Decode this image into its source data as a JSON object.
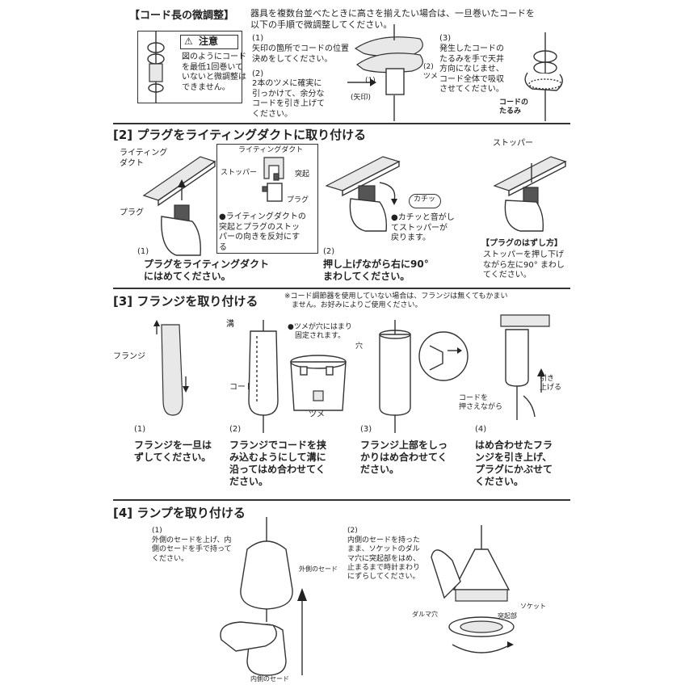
{
  "s1": {
    "title": "【コード長の微調整】",
    "intro": "器具を複数台並べたときに高さを揃えたい場合は、一旦巻いたコードを\n以下の手順で微調整してください。",
    "caution_title": "注意",
    "caution_text": "図のようにコード\nを最低1回巻いて\nいないと微調整は\nできません。",
    "step1_num": "(1)",
    "step1_text": "矢印の箇所でコードの位置\n決めをしてください。",
    "step2_num": "(2)",
    "step2_text": "2本のツメに確実に\n引っかけて、余分な\nコードを引き上げて\nください。",
    "step3_num": "(3)",
    "step3_text": "発生したコードの\nたるみを手で天井\n方向になじませ、\nコード全体で吸収\nさせてください。",
    "label_arrow": "(矢印)",
    "label_1": "(1)",
    "label_2": "(2)",
    "label_tsume": "ツメ",
    "label_slack": "コードの\nたるみ"
  },
  "s2": {
    "title": "[2] プラグをライティングダクトに取り付ける",
    "label_duct": "ライティング\nダクト",
    "label_plug": "プラグ",
    "inset_duct": "ライティングダクト",
    "inset_stopper": "ストッパー",
    "inset_protrusion": "突起",
    "inset_plug": "プラグ",
    "inset_note": "●ライティングダクトの\n突起とプラグのストッ\nパーの向きを反対にす\nる",
    "click": "カチッ",
    "click_note": "●カチッと音がし\nてストッパーが\n戻ります。",
    "label_stopper": "ストッパー",
    "step1_num": "(1)",
    "step1_text": "プラグをライティングダクト\nにはめてください。",
    "step2_num": "(2)",
    "step2_text": "押し上げながら右に90°\nまわしてください。",
    "remove_title": "【プラグのはずし方】",
    "remove_text": "ストッパーを押し下げ\nながら左に90° まわし\nてください。"
  },
  "s3": {
    "title": "[3] フランジを取り付ける",
    "note": "※コード調節器を使用していない場合は、フランジは無くてもかまい\n　ません。お好みによりご使用ください。",
    "label_flange": "フランジ",
    "label_groove": "溝",
    "label_cord": "コード",
    "tsume_note": "●ツメが穴にはまり\n　固定されます。",
    "label_hole": "穴",
    "label_tsume": "ツメ",
    "label_pull": "引き\n上げる",
    "label_hold": "コードを\n押さえながら",
    "step1_num": "(1)",
    "step1_text": "フランジを一旦は\nずしてください。",
    "step2_num": "(2)",
    "step2_text": "フランジでコードを挟\nみ込むようにして溝に\n沿ってはめ合わせてく\nださい。",
    "step3_num": "(3)",
    "step3_text": "フランジ上部をしっ\nかりはめ合わせてく\nださい。",
    "step4_num": "(4)",
    "step4_text": "はめ合わせたフラ\nンジを引き上げ、\nプラグにかぶせて\nください。"
  },
  "s4": {
    "title": "[4] ランプを取り付ける",
    "step1_num": "(1)",
    "step1_text": "外側のセードを上げ、内\n側のセードを手で持って\nください。",
    "label_outer": "外側のセード",
    "label_inner": "内側のセード",
    "step2_num": "(2)",
    "step2_text": "内側のセードを持った\nまま、ソケットのダル\nマ穴に突起部をはめ、\n止まるまで時計まわり\nにずらしてください。",
    "label_socket": "ソケット",
    "label_daruma": "ダルマ穴",
    "label_protrusion": "突起部"
  }
}
